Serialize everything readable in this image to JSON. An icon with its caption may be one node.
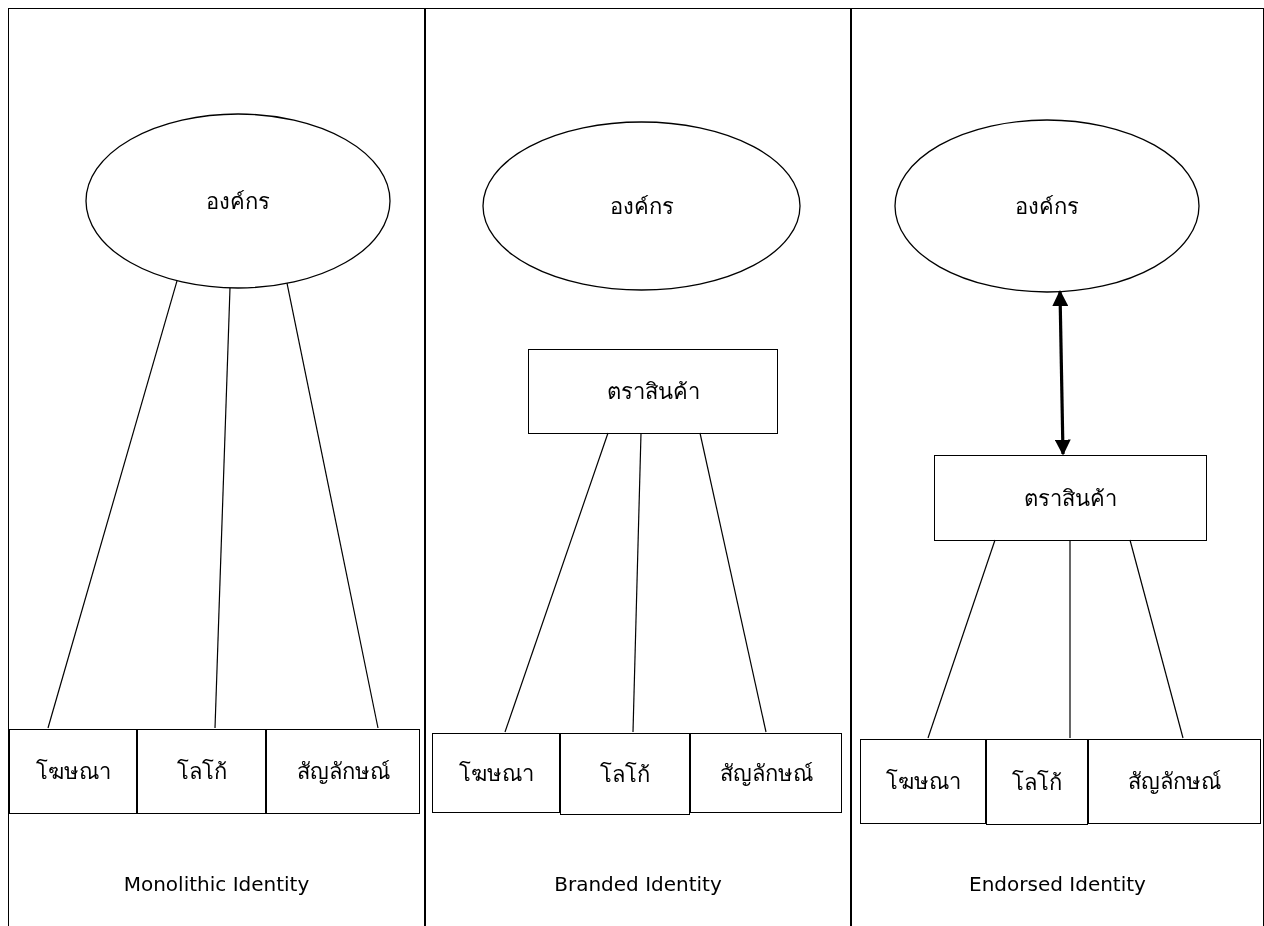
{
  "diagram": {
    "nodes": [
      {
        "text": [
          "Monolithic Identity"
        ]
      },
      {
        "text": [
          "องค์กร"
        ],
        "in": 0
      },
      {
        "text": [
          "โฆษณา"
        ],
        "in": 0
      },
      {
        "text": [
          "โลโก้"
        ],
        "in": 0
      },
      {
        "text": [
          "สัญลักษณ์"
        ],
        "in": 0
      },
      {
        "text": [
          "Branded Identity"
        ]
      },
      {
        "text": [
          "องค์กร"
        ],
        "in": 5
      },
      {
        "text": [
          "ตราสินค้า"
        ],
        "in": 5
      },
      {
        "text": [
          "โฆษณา"
        ],
        "in": 5
      },
      {
        "text": [
          "โลโก้"
        ],
        "in": 5
      },
      {
        "text": [
          "สัญลักษณ์"
        ],
        "in": 5
      },
      {
        "text": [
          "Endorsed Identity"
        ]
      },
      {
        "text": [
          "องค์กร"
        ],
        "in": 11
      },
      {
        "text": [
          "ตราสินค้า"
        ],
        "in": 11
      },
      {
        "text": [
          "โฆษณา"
        ],
        "in": 11
      },
      {
        "text": [
          "โลโก้"
        ],
        "in": 11
      },
      {
        "text": [
          "สัญลักษณ์"
        ],
        "in": 11
      }
    ],
    "edges": [
      {
        "from": 1,
        "to": 2,
        "arrow": "none"
      },
      {
        "from": 1,
        "to": 3,
        "arrow": "none"
      },
      {
        "from": 1,
        "to": 4,
        "arrow": "none"
      },
      {
        "from": 7,
        "to": 8,
        "arrow": "none"
      },
      {
        "from": 7,
        "to": 9,
        "arrow": "none"
      },
      {
        "from": 7,
        "to": 10,
        "arrow": "none"
      },
      {
        "from": 12,
        "to": 13,
        "arrow": "both",
        "style": "thick"
      },
      {
        "from": 13,
        "to": 14,
        "arrow": "none"
      },
      {
        "from": 13,
        "to": 15,
        "arrow": "none"
      },
      {
        "from": 13,
        "to": 16,
        "arrow": "none"
      }
    ]
  }
}
